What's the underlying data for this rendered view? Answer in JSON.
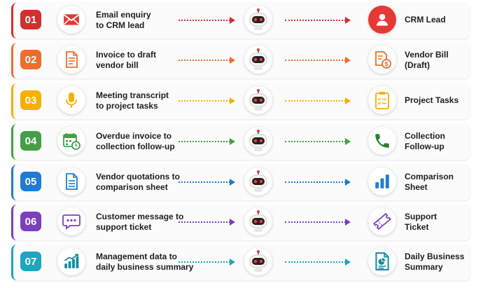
{
  "rows": [
    {
      "number": "01",
      "color": "#d32f2f",
      "source_lines": [
        "Email enquiry",
        "to CRM lead"
      ],
      "target_lines": [
        "CRM Lead"
      ],
      "source_icon": "envelope-icon",
      "target_icon": "user-avatar-icon"
    },
    {
      "number": "02",
      "color": "#ef6c2c",
      "source_lines": [
        "Invoice to draft",
        "vendor bill"
      ],
      "target_lines": [
        "Vendor Bill",
        "(Draft)"
      ],
      "source_icon": "document-icon",
      "target_icon": "bill-dollar-icon"
    },
    {
      "number": "03",
      "color": "#f5b000",
      "source_lines": [
        "Meeting transcript",
        "to project tasks"
      ],
      "target_lines": [
        "Project Tasks"
      ],
      "source_icon": "microphone-icon",
      "target_icon": "clipboard-checklist-icon"
    },
    {
      "number": "04",
      "color": "#43a047",
      "source_lines": [
        "Overdue invoice to",
        "collection follow-up"
      ],
      "target_lines": [
        "Collection",
        "Follow-up"
      ],
      "source_icon": "calendar-clock-icon",
      "target_icon": "phone-icon"
    },
    {
      "number": "05",
      "color": "#1e7bd6",
      "source_lines": [
        "Vendor quotations to",
        "comparison sheet"
      ],
      "target_lines": [
        "Comparison",
        "Sheet"
      ],
      "source_icon": "sheet-document-icon",
      "target_icon": "bar-chart-icon"
    },
    {
      "number": "06",
      "color": "#7b3fbf",
      "source_lines": [
        "Customer message to",
        "support ticket"
      ],
      "target_lines": [
        "Support",
        "Ticket"
      ],
      "source_icon": "chat-bubble-icon",
      "target_icon": "ticket-icon"
    },
    {
      "number": "07",
      "color": "#1ea5bf",
      "source_lines": [
        "Management data to",
        "daily business summary"
      ],
      "target_lines": [
        "Daily Business",
        "Summary"
      ],
      "source_icon": "growth-chart-icon",
      "target_icon": "report-pie-icon"
    }
  ],
  "robot_icon": "robot-icon"
}
